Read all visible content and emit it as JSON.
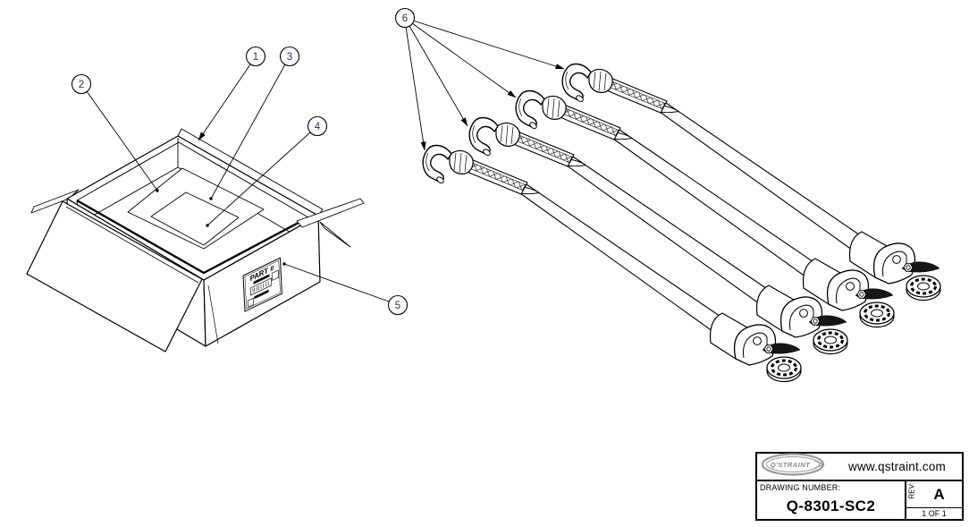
{
  "drawing": {
    "background": "#ffffff",
    "line_color": "#000000",
    "callout_text_color": "#2e2e5e",
    "logo_gray": "#999999"
  },
  "callouts": [
    {
      "num": "1"
    },
    {
      "num": "2"
    },
    {
      "num": "3"
    },
    {
      "num": "4"
    },
    {
      "num": "5"
    },
    {
      "num": "6"
    }
  ],
  "box_label": {
    "text": "PART #"
  },
  "title_block": {
    "logo_text": "Q'STRAINT",
    "website": "www.qstraint.com",
    "drawing_number_label": "DRAWING NUMBER:",
    "drawing_number": "Q-8301-SC2",
    "rev_label": "REV:",
    "rev": "A",
    "sheet": "1 OF 1"
  }
}
